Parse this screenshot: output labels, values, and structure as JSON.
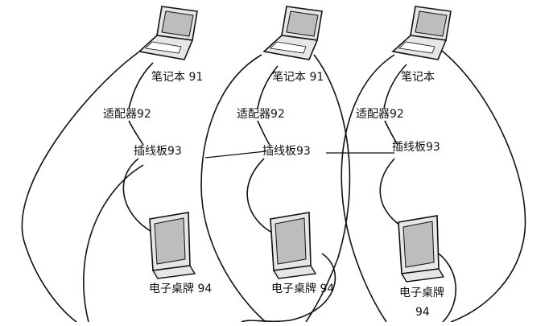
{
  "colors": {
    "line": "#111111",
    "device_fill": "#e6e6e6",
    "screen_fill": "#bdbdbd",
    "background": "#ffffff"
  },
  "groups": [
    {
      "laptop": {
        "icon": "laptop-icon",
        "label": "笔记本 91"
      },
      "adapter": {
        "label": "适配器92"
      },
      "strip": {
        "label": "插线板93"
      },
      "display": {
        "icon": "monitor-icon",
        "label": "电子桌牌 94"
      }
    },
    {
      "laptop": {
        "icon": "laptop-icon",
        "label": "笔记本 91"
      },
      "adapter": {
        "label": "适配器92"
      },
      "strip": {
        "label": "插线板93"
      },
      "display": {
        "icon": "monitor-icon",
        "label": "电子桌牌 94"
      }
    },
    {
      "laptop": {
        "icon": "laptop-icon",
        "label": "笔记本"
      },
      "adapter": {
        "label": "适配器92"
      },
      "strip": {
        "label": "插线板93"
      },
      "display": {
        "icon": "monitor-icon",
        "label": "电子桌牌",
        "label_line2": "94"
      }
    }
  ]
}
